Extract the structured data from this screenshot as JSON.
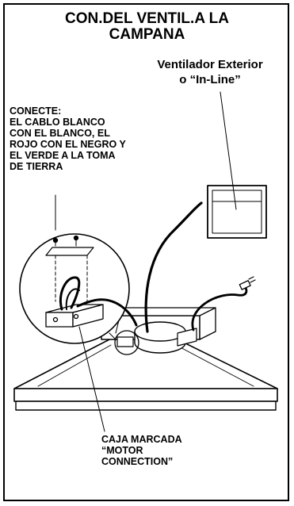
{
  "title": {
    "line1": "CON.DEL VENTIL.A LA",
    "line2": "CAMPANA"
  },
  "exterior_fan_label": {
    "line1": "Ventilador Exterior",
    "line2": "o “In-Line”"
  },
  "connect_instructions": {
    "line1": "CONECTE:",
    "line2": "EL CABLO BLANCO",
    "line3": "CON EL BLANCO, EL",
    "line4": "ROJO CON EL NEGRO Y",
    "line5": "EL VERDE A LA TOMA",
    "line6": "DE TIERRA"
  },
  "box_label": {
    "line1": "CAJA MARCADA",
    "line2": "“MOTOR",
    "line3": "CONNECTION”"
  }
}
